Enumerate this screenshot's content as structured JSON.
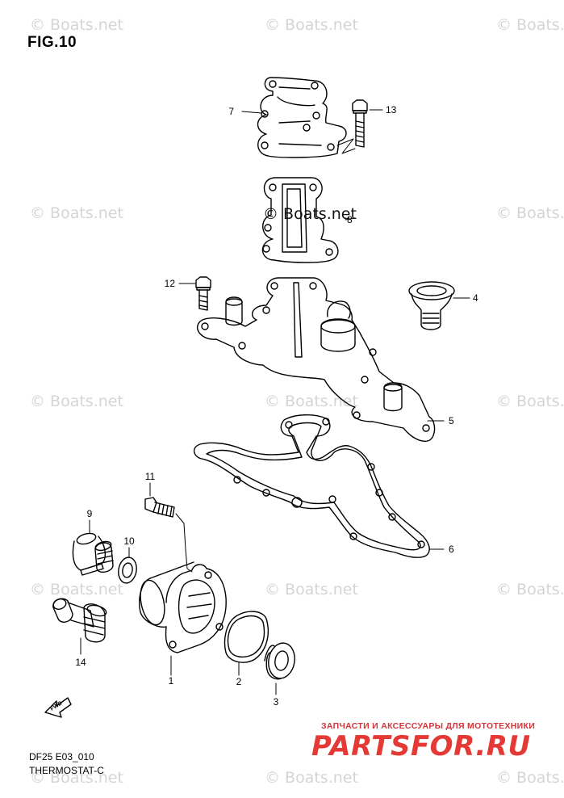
{
  "figure": {
    "title": "FIG.10",
    "code": "DF25 E03_010",
    "caption": "THERMOSTAT-C"
  },
  "watermark": {
    "text": "© Boats.net"
  },
  "branding": {
    "tagline": "ЗАПЧАСТИ И АКСЕССУАРЫ ДЛЯ МОТОТЕХНИКИ",
    "logo": "PARTSFOR.RU",
    "accent_color": "#e53935"
  },
  "parts": [
    {
      "number": "1"
    },
    {
      "number": "2"
    },
    {
      "number": "3"
    },
    {
      "number": "4"
    },
    {
      "number": "5"
    },
    {
      "number": "6"
    },
    {
      "number": "7"
    },
    {
      "number": "8"
    },
    {
      "number": "9"
    },
    {
      "number": "10"
    },
    {
      "number": "11"
    },
    {
      "number": "12"
    },
    {
      "number": "13"
    },
    {
      "number": "14"
    }
  ],
  "fwd_label": "FWD"
}
